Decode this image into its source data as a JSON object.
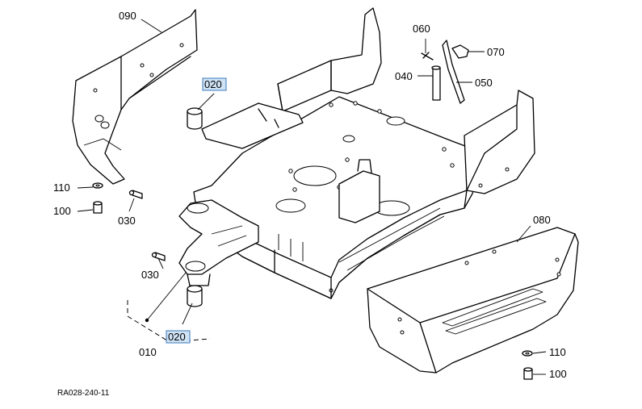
{
  "diagram": {
    "drawing_code": "RA028-240-11",
    "highlight_color": "#cfe3f5",
    "callouts": [
      {
        "id": "c090",
        "label": "090",
        "highlighted": false
      },
      {
        "id": "c020a",
        "label": "020",
        "highlighted": true
      },
      {
        "id": "c060",
        "label": "060",
        "highlighted": false
      },
      {
        "id": "c070",
        "label": "070",
        "highlighted": false
      },
      {
        "id": "c040",
        "label": "040",
        "highlighted": false
      },
      {
        "id": "c050",
        "label": "050",
        "highlighted": false
      },
      {
        "id": "c110a",
        "label": "110",
        "highlighted": false
      },
      {
        "id": "c100a",
        "label": "100",
        "highlighted": false
      },
      {
        "id": "c030a",
        "label": "030",
        "highlighted": false
      },
      {
        "id": "c080",
        "label": "080",
        "highlighted": false
      },
      {
        "id": "c030b",
        "label": "030",
        "highlighted": false
      },
      {
        "id": "c020b",
        "label": "020",
        "highlighted": true
      },
      {
        "id": "c010",
        "label": "010",
        "highlighted": false
      },
      {
        "id": "c110b",
        "label": "110",
        "highlighted": false
      },
      {
        "id": "c100b",
        "label": "100",
        "highlighted": false
      }
    ]
  }
}
